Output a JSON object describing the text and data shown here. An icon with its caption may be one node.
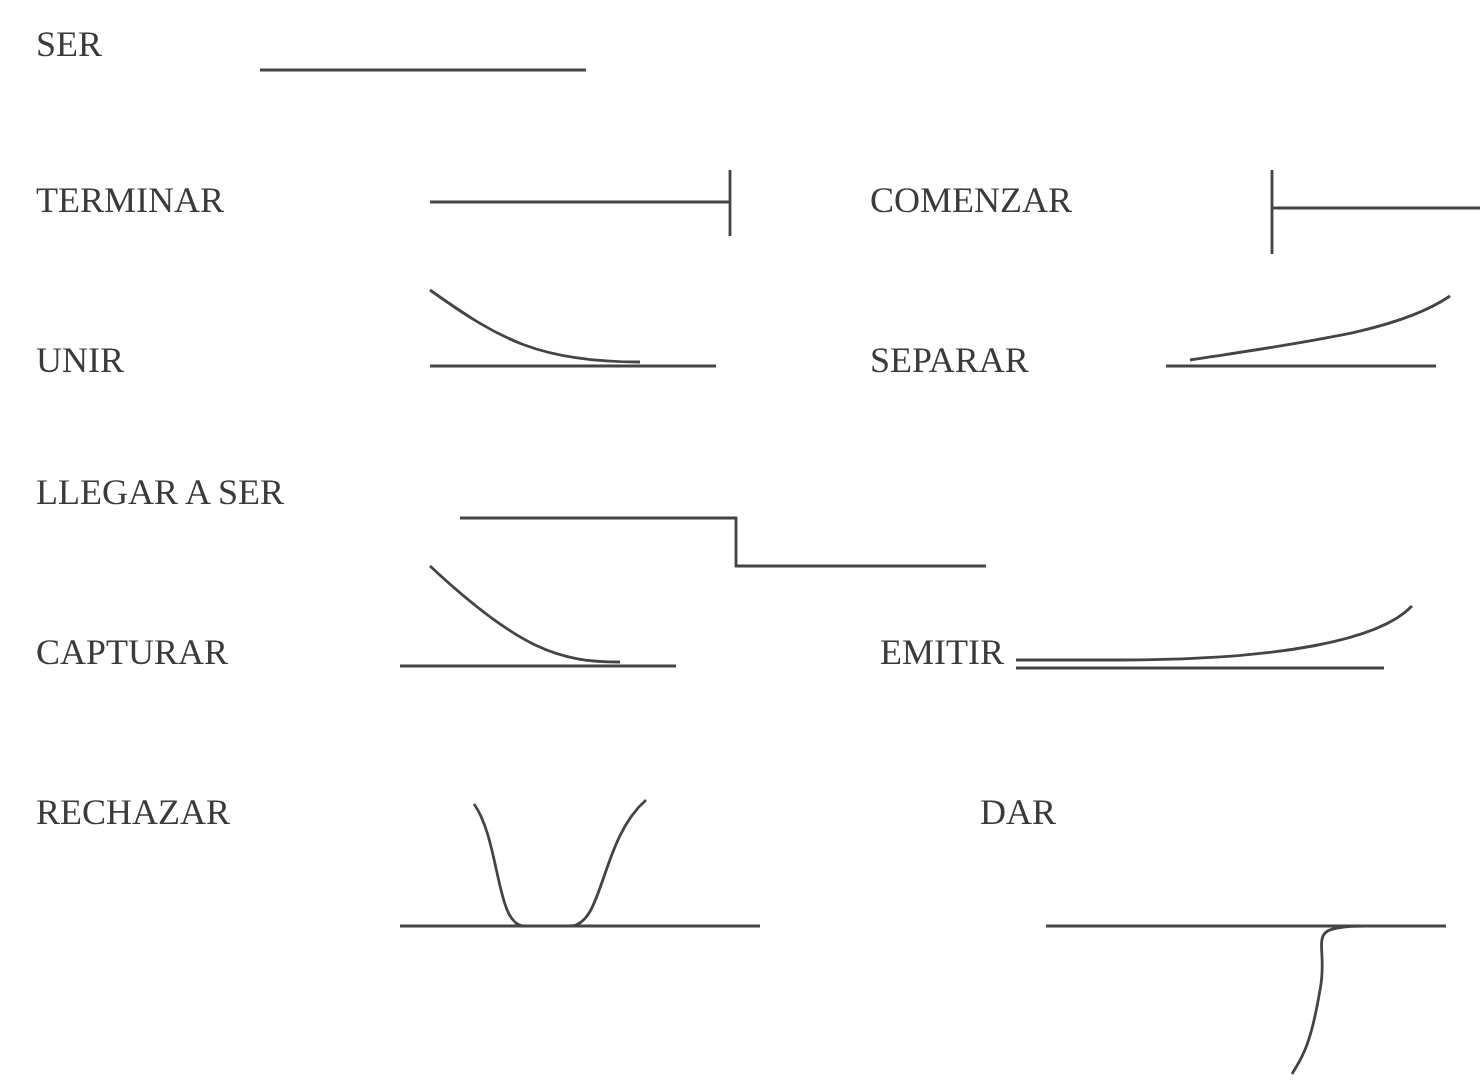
{
  "diagram": {
    "labels": [
      "SER",
      "TERMINAR",
      "COMENZAR",
      "UNIR",
      "SEPARAR",
      "LLEGAR A SER",
      "CAPTURAR",
      "EMITIR",
      "RECHAZAR",
      "DAR"
    ]
  }
}
